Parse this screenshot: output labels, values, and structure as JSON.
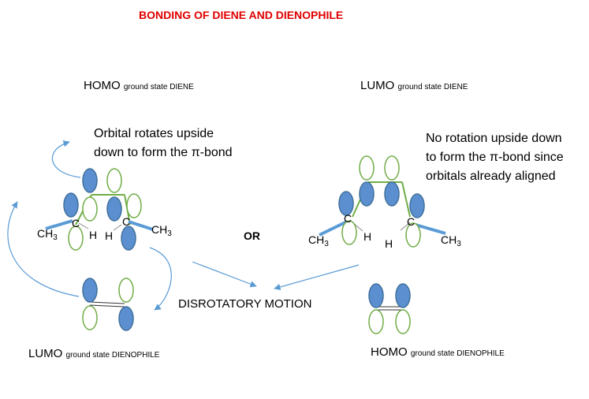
{
  "title": "BONDING OF DIENE AND DIENOPHILE",
  "labels": {
    "homo_diene_main": "HOMO",
    "homo_diene_sub": "ground state DIENE",
    "lumo_diene_main": "LUMO",
    "lumo_diene_sub": "ground state DIENE",
    "lumo_dienophile_main": "LUMO",
    "lumo_dienophile_sub": "ground state DIENOPHILE",
    "homo_dienophile_main": "HOMO",
    "homo_dienophile_sub": "ground state DIENOPHILE"
  },
  "notes": {
    "left_line1": "Orbital rotates upside",
    "left_line2": "down to form the π-bond",
    "right_line1": "No rotation upside down",
    "right_line2": "to form the π-bond since",
    "right_line3": "orbitals already aligned"
  },
  "or_label": "OR",
  "center_label": "DISROTATORY MOTION",
  "atoms": {
    "carbon": "C",
    "hydrogen": "H",
    "methyl": "CH",
    "methyl_sub": "3"
  },
  "colors": {
    "title": "#e00000",
    "filled_lobe": "#5b8fd0",
    "lobe_stroke": "#41719c",
    "empty_lobe": "#70ad47",
    "bond_blue": "#5b9bd5",
    "arrow": "#5b9bd5"
  }
}
